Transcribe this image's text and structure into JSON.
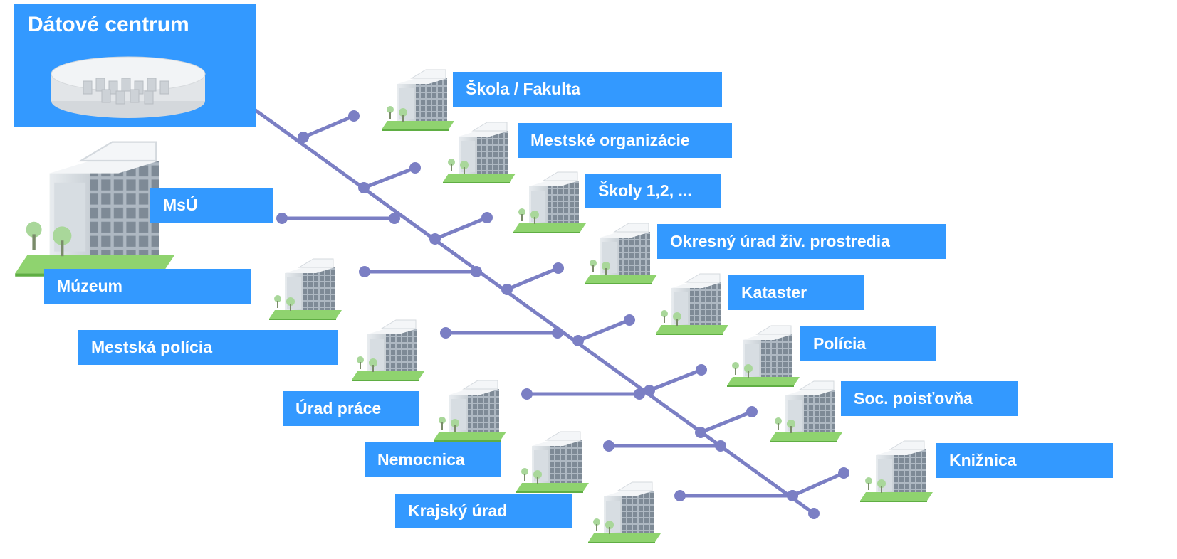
{
  "title": "Dátové centrum",
  "colors": {
    "box": "#3399ff",
    "line": "#7b7fc4",
    "node": "#7b7fc4"
  },
  "icons": {
    "datacenter": "datacenter-icon",
    "building": "building-icon",
    "building_large": "building-large-icon"
  },
  "nodes": {
    "msu": "MsÚ",
    "skola_fakulta": "Škola / Fakulta",
    "mestske_organizacie": "Mestské organizácie",
    "skoly": "Školy 1,2, ...",
    "okresny_urad": "Okresný úrad živ.  prostredia",
    "kataster": "Kataster",
    "policia": "Polícia",
    "soc_poistovna": "Soc. poisťovňa",
    "kniznica": "Knižnica",
    "muzeum": "Múzeum",
    "mestska_policia": "Mestská polícia",
    "urad_prace": "Úrad práce",
    "nemocnica": "Nemocnica",
    "krajsky_urad": "Krajský úrad"
  }
}
